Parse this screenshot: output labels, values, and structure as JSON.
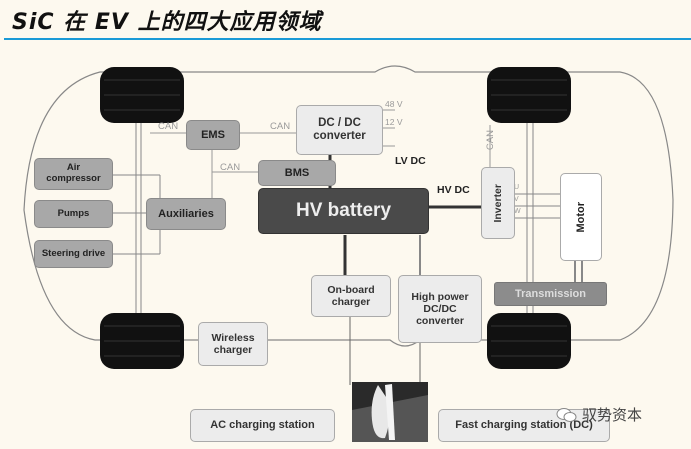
{
  "title": "SiC 在 EV 上的四大应用领域",
  "colors": {
    "accent_rule": "#1a9ad6",
    "dark_box": "#4a4a4a",
    "mid_box": "#a8a8a8",
    "light_box": "#ececec",
    "background": "#fdf9ef"
  },
  "blocks": {
    "ems": "EMS",
    "dcdc_top_line1": "DC / DC",
    "dcdc_top_line2": "converter",
    "bms": "BMS",
    "hv_battery": "HV battery",
    "auxiliaries": "Auxiliaries",
    "air_compressor_line1": "Air",
    "air_compressor_line2": "compressor",
    "pumps": "Pumps",
    "steering_drive": "Steering drive",
    "inverter": "Inverter",
    "motor": "Motor",
    "transmission": "Transmission",
    "onboard_charger_line1": "On-board",
    "onboard_charger_line2": "charger",
    "hp_dcdc_line1": "High power",
    "hp_dcdc_line2": "DC/DC",
    "hp_dcdc_line3": "converter",
    "wireless_charger_line1": "Wireless",
    "wireless_charger_line2": "charger",
    "ac_station": "AC charging station",
    "fast_station": "Fast charging station (DC)"
  },
  "labels": {
    "can_ems_left": "CAN",
    "can_ems_dcdc": "CAN",
    "can_bms": "CAN",
    "can_inverter": "CAN",
    "v48": "48 V",
    "v12": "12 V",
    "lv_dc": "LV DC",
    "hv_dc": "HV DC",
    "phase_u": "U",
    "phase_v": "V",
    "phase_w": "W"
  },
  "watermark": "驭势资本"
}
